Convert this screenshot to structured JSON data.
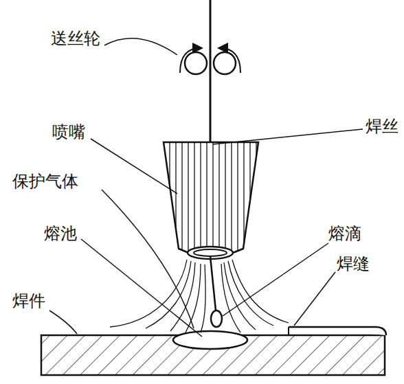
{
  "diagram": {
    "labels": [
      "送丝轮",
      "喷嘴",
      "焊丝",
      "保护气体",
      "熔池",
      "熔滴",
      "焊件",
      "焊缝"
    ]
  }
}
